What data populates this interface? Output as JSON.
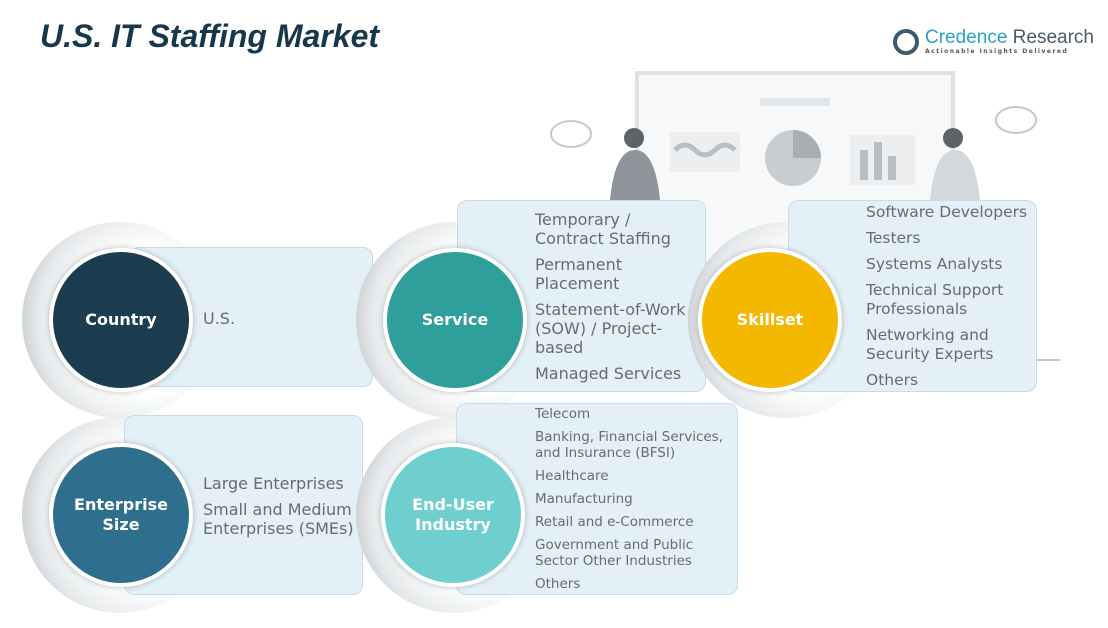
{
  "title": "U.S. IT Staffing Market",
  "logo": {
    "name_part1": "Credence",
    "name_part2": " Research",
    "tagline": "Actionable Insights Delivered"
  },
  "colors": {
    "country": "#1b3d4f",
    "service": "#2e9f9b",
    "skillset": "#f5b800",
    "enterprise_size": "#2d6f8d",
    "end_user_industry": "#6fcfcf",
    "box": "#e3f0f7"
  },
  "segments": {
    "country": {
      "label": "Country",
      "items": [
        "U.S."
      ]
    },
    "service": {
      "label": "Service",
      "items": [
        "Temporary / Contract Staffing",
        "Permanent Placement",
        "Statement-of-Work (SOW) / Project-based",
        "Managed Services"
      ]
    },
    "skillset": {
      "label": "Skillset",
      "items": [
        "Software Developers",
        "Testers",
        "Systems Analysts",
        "Technical Support Professionals",
        "Networking and Security Experts",
        "Others"
      ]
    },
    "enterprise_size": {
      "label": "Enterprise Size",
      "items": [
        "Large Enterprises",
        "Small and Medium Enterprises (SMEs)"
      ]
    },
    "end_user_industry": {
      "label": "End-User Industry",
      "items": [
        "Telecom",
        "Banking, Financial Services, and Insurance (BFSI)",
        "Healthcare",
        "Manufacturing",
        "Retail and e-Commerce",
        "Government and Public Sector Other Industries",
        "Others"
      ]
    }
  }
}
